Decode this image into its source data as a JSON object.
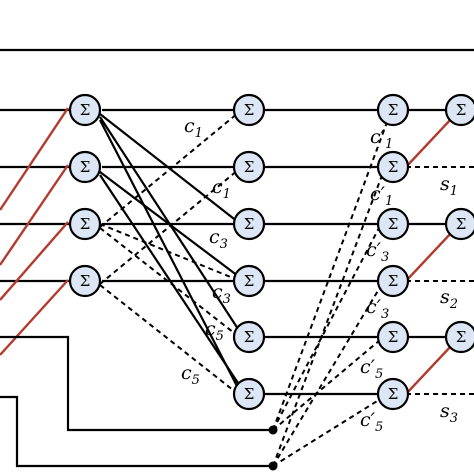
{
  "diagram": {
    "node_symbol": "Σ",
    "labels": {
      "c1": "c",
      "c1_sub": "1",
      "c1b": "c",
      "c1b_sub": "1",
      "c3": "c",
      "c3_sub": "3",
      "c3b": "c",
      "c3b_sub": "3",
      "c5": "c",
      "c5_sub": "5",
      "c5b": "c",
      "c5b_sub": "5",
      "cp1": "c′",
      "cp1_sub": "1",
      "cp1b": "c′",
      "cp1b_sub": "1",
      "cp3": "c′",
      "cp3_sub": "3",
      "cp3b": "c′",
      "cp3b_sub": "3",
      "cp5": "c′",
      "cp5_sub": "5",
      "cp5b": "c′",
      "cp5b_sub": "5",
      "s1": "s",
      "s1_sub": "1",
      "s2": "s",
      "s2_sub": "2",
      "s3": "s",
      "s3_sub": "3"
    },
    "colors": {
      "node_fill": "#dde6f5",
      "line": "#000000",
      "red_line": "#b33a2e"
    }
  }
}
